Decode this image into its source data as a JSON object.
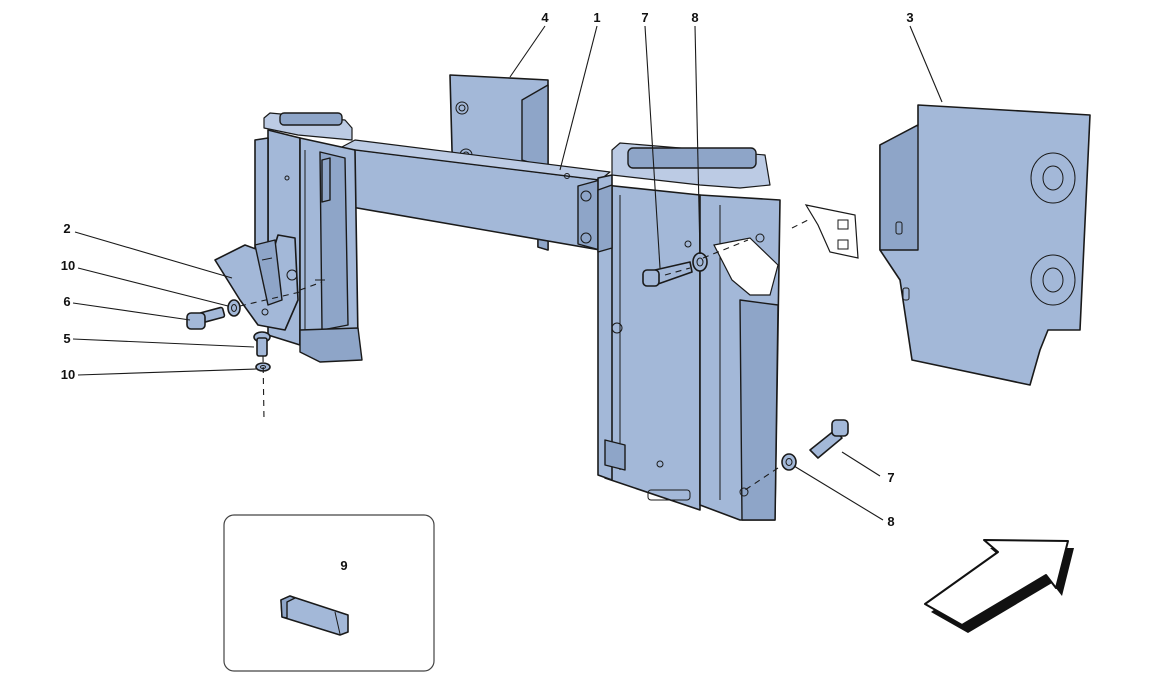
{
  "diagram": {
    "callouts": [
      {
        "id": "c1",
        "label": "1"
      },
      {
        "id": "c2",
        "label": "2"
      },
      {
        "id": "c3",
        "label": "3"
      },
      {
        "id": "c4",
        "label": "4"
      },
      {
        "id": "c5",
        "label": "5"
      },
      {
        "id": "c6",
        "label": "6"
      },
      {
        "id": "c7a",
        "label": "7"
      },
      {
        "id": "c7b",
        "label": "7"
      },
      {
        "id": "c8a",
        "label": "8"
      },
      {
        "id": "c8b",
        "label": "8"
      },
      {
        "id": "c9",
        "label": "9"
      },
      {
        "id": "c10a",
        "label": "10"
      },
      {
        "id": "c10b",
        "label": "10"
      }
    ],
    "colors": {
      "part_fill": "#a3b8d8",
      "outline": "#1a1a1a",
      "background": "#ffffff"
    }
  }
}
